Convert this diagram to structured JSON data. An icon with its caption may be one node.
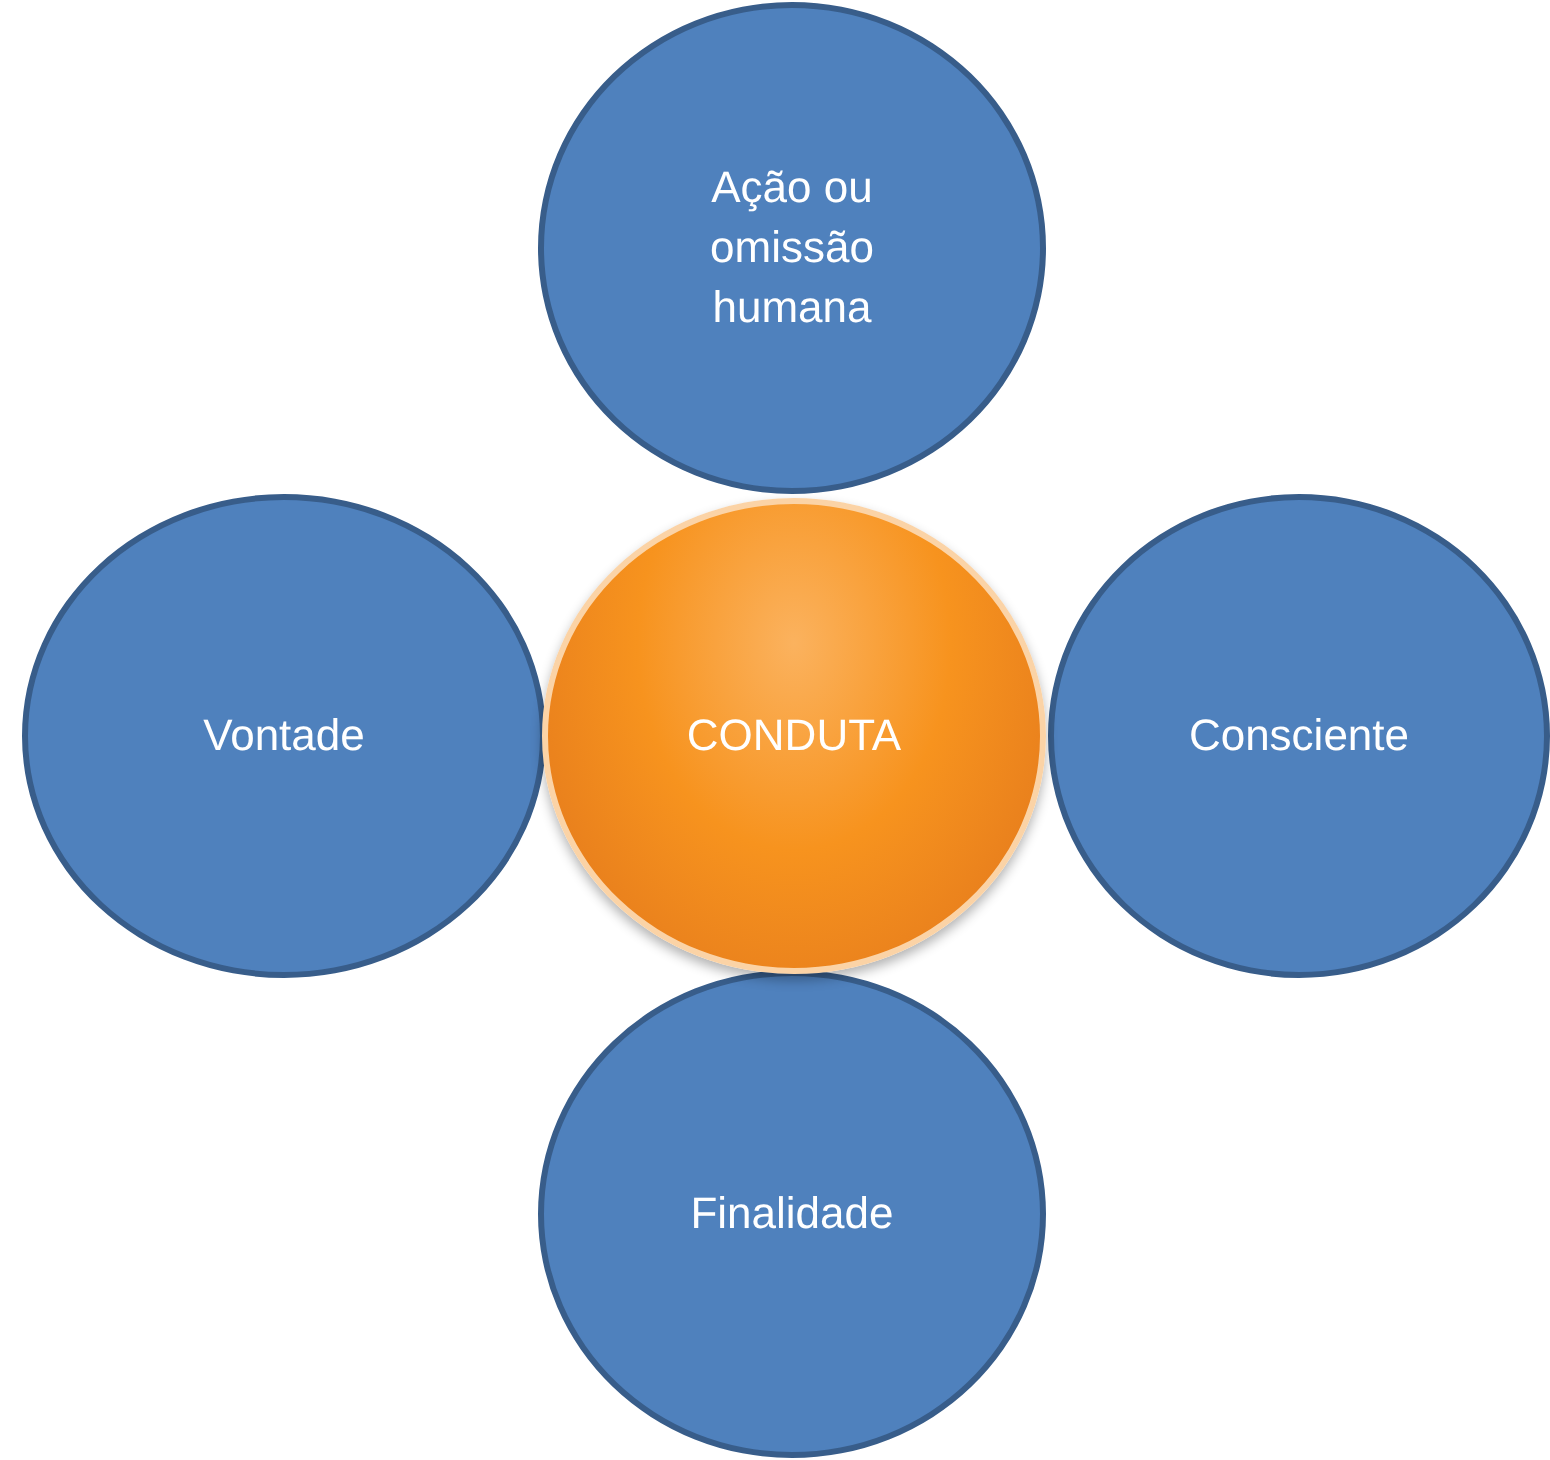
{
  "diagram": {
    "nodes": [
      {
        "text": [
          "Ação ou omissão humana"
        ]
      },
      {
        "text": [
          "Vontade"
        ]
      },
      {
        "text": [
          "CONDUTA"
        ]
      },
      {
        "text": [
          "Consciente"
        ]
      },
      {
        "text": [
          "Finalidade"
        ]
      }
    ]
  }
}
